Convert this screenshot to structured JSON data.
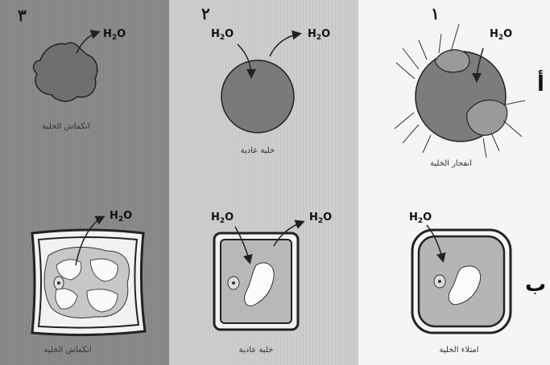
{
  "columns": [
    {
      "number": "٣",
      "animal_caption": "انكماش الخلية",
      "plant_caption": "انكماش الخلية"
    },
    {
      "number": "٢",
      "animal_caption": "خلية عادية",
      "plant_caption": "خلية عادية"
    },
    {
      "number": "١",
      "animal_caption": "انفجار الخلية",
      "plant_caption": "امتلاء الخلية"
    }
  ],
  "rows": {
    "animal": "أ",
    "plant": "ب"
  },
  "water_label": {
    "main": "H",
    "sub": "2",
    "tail": "O"
  },
  "colors": {
    "panel3_bg": "#8a8a8a",
    "panel2_bg": "#c9c9c9",
    "panel1_bg": "#f4f4f4",
    "cell_fill": "#7c7c7c"
  }
}
